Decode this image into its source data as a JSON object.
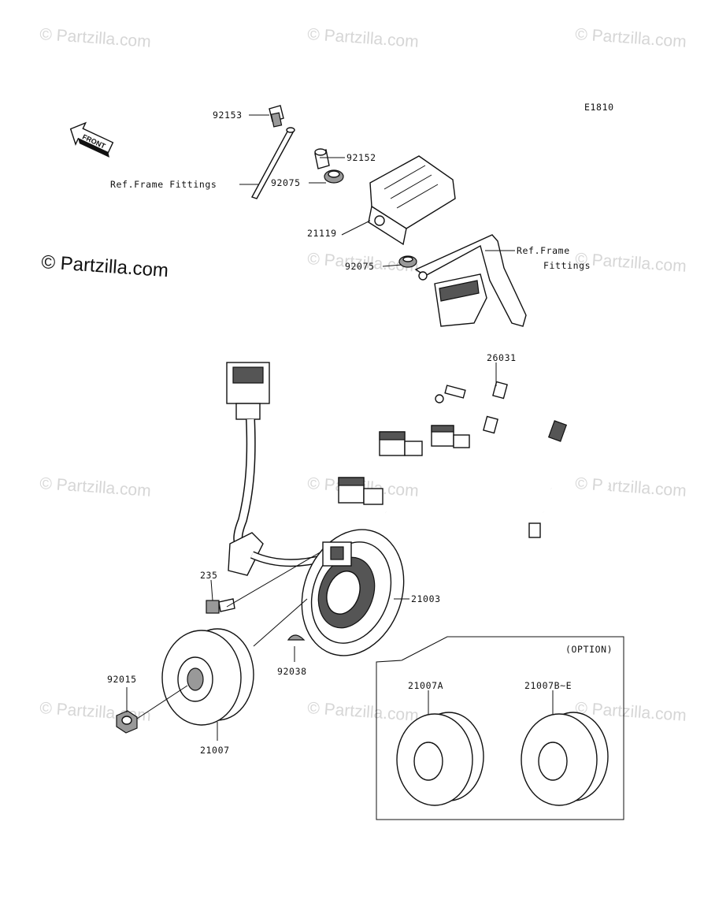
{
  "diagram_code": "E1810",
  "front_label": "FRONT",
  "logo_text": "© Partzilla.com",
  "watermark_text": "© Partzilla.com",
  "option_title": "(OPTION)",
  "callouts": {
    "p92153": "92153",
    "p92152": "92152",
    "p92075a": "92075",
    "p21119": "21119",
    "p92075b": "92075",
    "ref_frame_left": "Ref.Frame Fittings",
    "ref_frame_right_1": "Ref.Frame",
    "ref_frame_right_2": "Fittings",
    "p26031": "26031",
    "p235": "235",
    "p21003": "21003",
    "p92038": "92038",
    "p92015": "92015",
    "p21007": "21007",
    "p21007A": "21007A",
    "p21007BE": "21007B~E"
  }
}
